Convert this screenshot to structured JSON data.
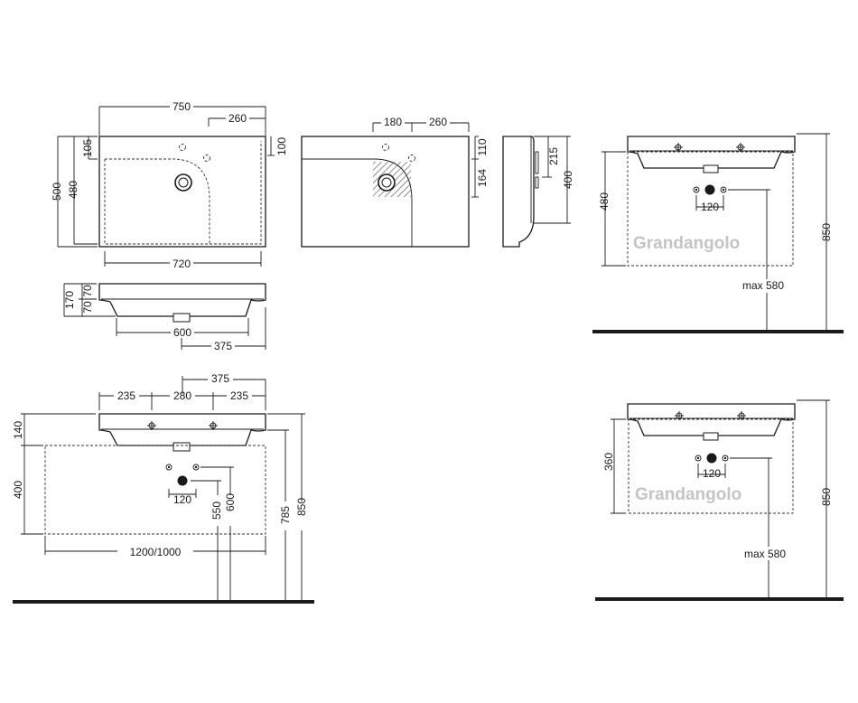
{
  "colors": {
    "line": "#1a1a1a",
    "watermark": "#c4c4c4",
    "hatch": "#555555"
  },
  "brand": "Grandangolo",
  "top_view": {
    "width": "750",
    "right_offset": "260",
    "height": "500",
    "inner_height": "480",
    "top_gap": "105",
    "right_gap": "100",
    "inner_width": "720"
  },
  "top_view_2": {
    "left_offset": "180",
    "right_offset": "260",
    "right_gap": "110",
    "drain_depth": "164"
  },
  "side_view": {
    "faucet": "215",
    "depth": "400"
  },
  "front_small": {
    "height_outer": "170",
    "height_a": "70",
    "height_b": "70",
    "bottom_width": "600",
    "half_width": "375"
  },
  "front_big": {
    "spacing_a": "235",
    "spacing_b": "280",
    "spacing_c": "235",
    "top_half": "375",
    "basin_height": "140",
    "cabinet_height": "400",
    "pipe_spacing": "120",
    "h550": "550",
    "h600": "600",
    "h785": "785",
    "h850": "850",
    "width": "1200/1000"
  },
  "right_top": {
    "height": "480",
    "pipe_spacing": "120",
    "max": "max 580",
    "total": "850"
  },
  "right_bottom": {
    "height": "360",
    "pipe_spacing": "120",
    "max": "max 580",
    "total": "850"
  }
}
